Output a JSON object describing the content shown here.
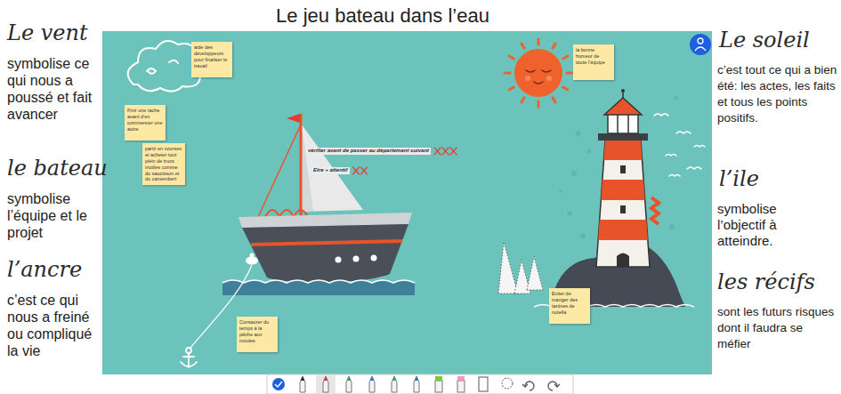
{
  "diagram": {
    "title": "Le jeu bateau dans l’eau",
    "nodes": [
      {
        "text": [
          "aide des développeurs pour finaliser le travail"
        ]
      },
      {
        "text": [
          "la bonne humeur de toute l’équipe"
        ]
      },
      {
        "text": [
          "Finir une tache avant d’en commencer une autre"
        ]
      },
      {
        "text": [
          "partir en courses et acheter tout plein de trucs inutiles comme du saucisson et du camembert"
        ]
      },
      {
        "text": [
          "Eviter de manger des tartines de nutella"
        ]
      },
      {
        "text": [
          "Consacrer du temps à la pêche aux moules"
        ]
      }
    ],
    "labels": [
      "Le vent",
      "symbolise ce qui nous a poussé et fait avancer",
      "le bateau",
      "symbolise l’équipe et le projet",
      "l’ancre",
      "c’est ce qui nous a freiné ou compliqué la vie",
      "vérifier avant de passer au département suivant",
      "Etre + attentif",
      "Le soleil",
      "c’est tout ce qui a bien été: les actes, les faits et tous les points positifs.",
      "l’ile",
      "symbolise l’objectif à atteindre.",
      "les récifs",
      "sont les futurs risques dont il faudra se méfier"
    ]
  }
}
